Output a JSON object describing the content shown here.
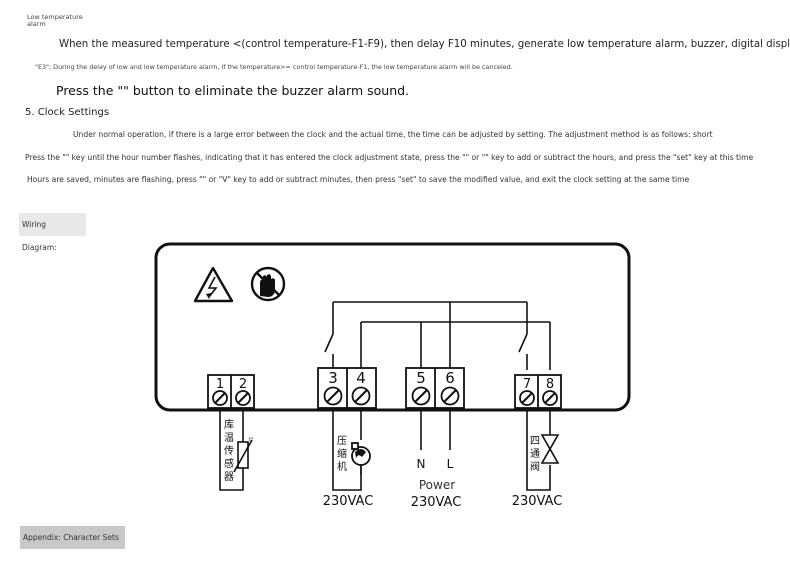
{
  "header": {
    "line1": "Low temperature",
    "line2": "alarm"
  },
  "alarm": {
    "condition": "When the measured temperature <(control temperature-F1-F9), then delay F10 minutes, generate low temperature alarm, buzzer, digital display",
    "note": "\"E3\"; During the delay of low and low temperature alarm, if the temperature>= control temperature-F1, the low temperature alarm will be canceled.",
    "buzzer": "Press the \"\" button to eliminate the buzzer alarm sound."
  },
  "clock": {
    "heading": "5. Clock Settings",
    "para1": "Under normal operation, if there is a large error between the clock and the actual time, the time can be adjusted by setting. The adjustment method is as follows: short",
    "para2": "Press the \"\" key until the hour number flashes, indicating that it has entered the clock adjustment state, press the \"\" or \"\" key to add or subtract the hours, and press the \"set\" key at this time",
    "para3": "Hours are saved, minutes are flashing, press \"\" or \"V\" key to add or subtract minutes, then press \"set\" to save the modified value, and exit the clock setting at the same time"
  },
  "wiring": {
    "label": "Wiring Diagram:",
    "terminals": [
      "1",
      "2",
      "3",
      "4",
      "5",
      "6",
      "7",
      "8"
    ],
    "sensor_label": [
      "库",
      "温",
      "传",
      "感",
      "器"
    ],
    "compressor_label": [
      "压",
      "缩",
      "机"
    ],
    "valve_label": [
      "四",
      "通",
      "阀"
    ],
    "n_label": "N",
    "l_label": "L",
    "power_label": "Power",
    "voltage": "230VAC",
    "thermistor_mark": "t°"
  },
  "footer": {
    "appendix": "Appendix: Character Sets"
  },
  "colors": {
    "ink": "#111111",
    "label_bg": "#e8e8e8",
    "terminal_fill": "#ffffff"
  }
}
